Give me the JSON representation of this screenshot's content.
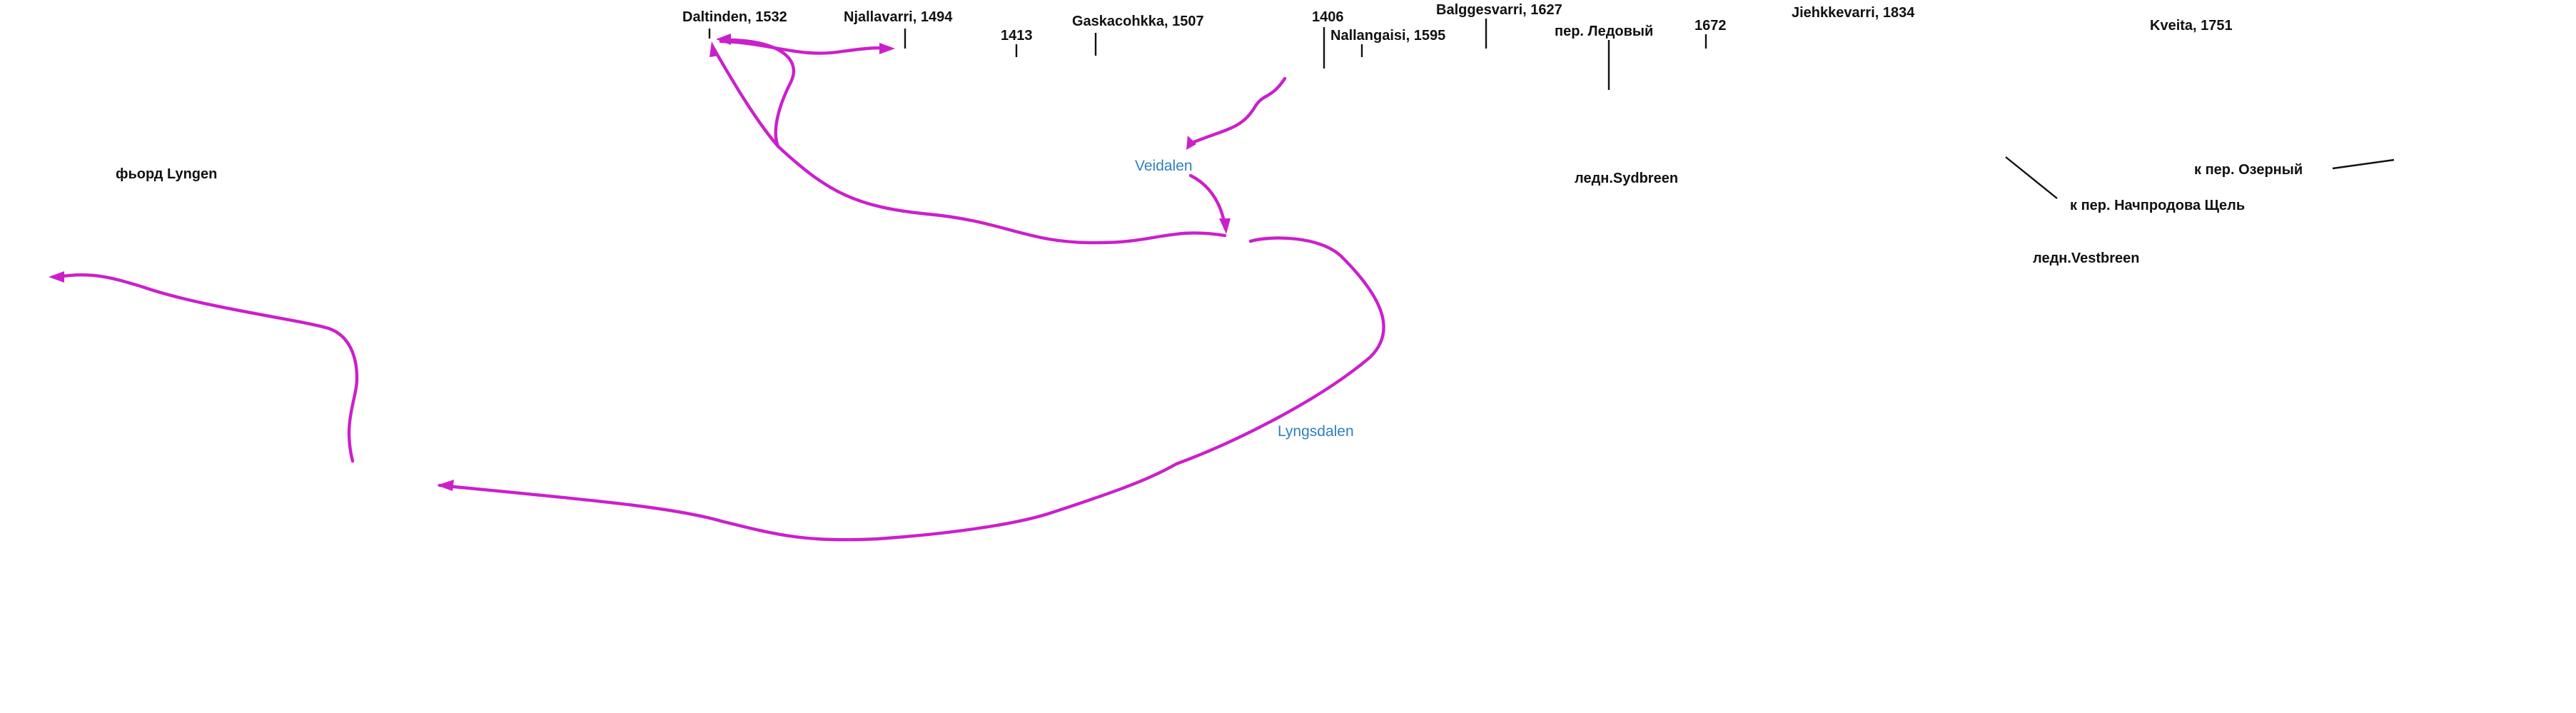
{
  "map": {
    "peaks": [
      {
        "id": "daltinden",
        "label": "Daltinden, 1532"
      },
      {
        "id": "njallavarri",
        "label": "Njallavarri, 1494"
      },
      {
        "id": "p1413",
        "label": "1413"
      },
      {
        "id": "gaskacohkka",
        "label": "Gaskacohkka, 1507"
      },
      {
        "id": "p1406",
        "label": "1406"
      },
      {
        "id": "nallangaisi",
        "label": "Nallangaisi, 1595"
      },
      {
        "id": "balggesvarri",
        "label": "Balggesvarri, 1627"
      },
      {
        "id": "p1672",
        "label": "1672"
      },
      {
        "id": "jiehkkevarri",
        "label": "Jiehkkevarri, 1834"
      },
      {
        "id": "kveita",
        "label": "Kveita, 1751"
      }
    ],
    "passes": [
      {
        "id": "ledovy",
        "label": "пер. Ледовый"
      },
      {
        "id": "ozerny",
        "label": "к пер. Озерный"
      },
      {
        "id": "nachprodova",
        "label": "к пер. Начпродова Щель"
      }
    ],
    "glaciers": [
      {
        "id": "sydbreen",
        "label": "ледн.Sydbreen"
      },
      {
        "id": "vestbreen",
        "label": "ледн.Vestbreen"
      }
    ],
    "fjord": "фьорд Lyngen",
    "valleys": [
      {
        "id": "veidalen",
        "label": "Veidalen"
      },
      {
        "id": "lyngsdalen",
        "label": "Lyngsdalen"
      }
    ],
    "route_color": "#cc1fcc",
    "valley_color": "#2f7fc0",
    "label_color": "#111111"
  }
}
